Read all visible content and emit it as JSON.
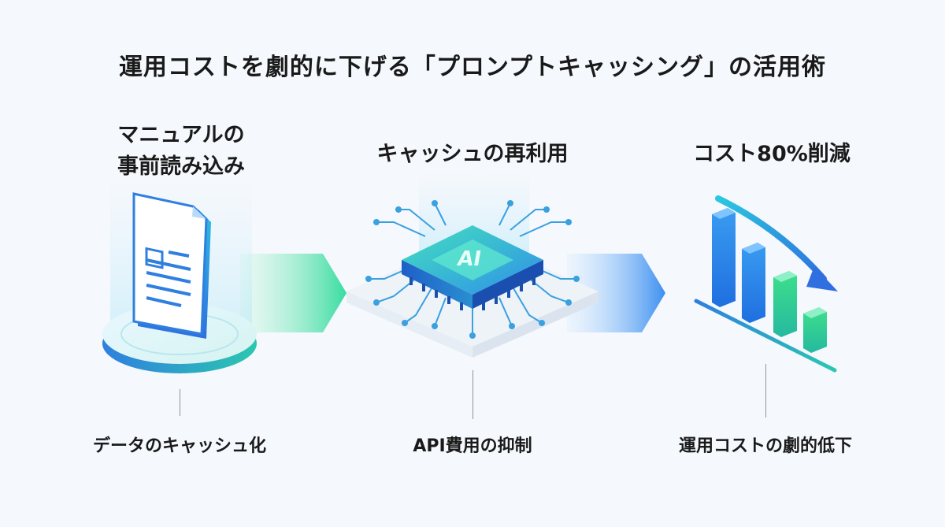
{
  "title": "運用コストを劇的に下げる「プロンプトキャッシング」の活用術",
  "steps": [
    {
      "heading_lines": [
        "マニュアルの",
        "事前読み込み"
      ],
      "caption": "データのキャッシュ化",
      "icon": "document-icon"
    },
    {
      "heading_lines": [
        "キャッシュの再利用"
      ],
      "caption": "API費用の抑制",
      "icon": "ai-chip-icon",
      "chip_label": "AI"
    },
    {
      "heading_lines": [
        "コスト80%削減"
      ],
      "caption": "運用コストの劇的低下",
      "icon": "declining-bar-chart-icon"
    }
  ],
  "colors": {
    "blue": "#2f7fe0",
    "teal": "#2bc7b0",
    "green": "#3ee08a",
    "dark_text": "#1a1a1a"
  }
}
